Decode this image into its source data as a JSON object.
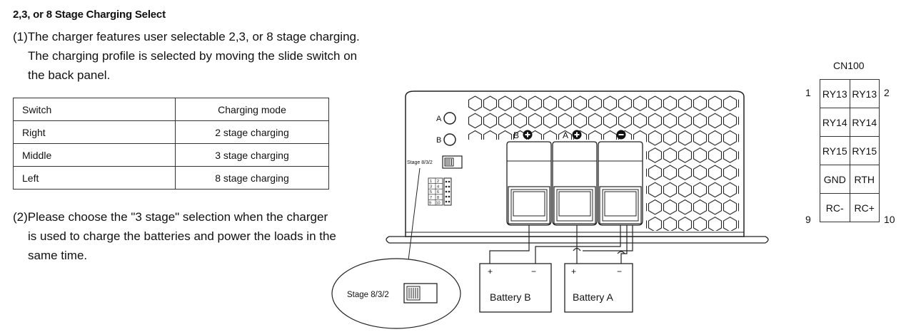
{
  "heading": "2,3, or 8 Stage Charging Select",
  "para1": {
    "line1": "(1)The charger features user selectable 2,3, or 8 stage charging.",
    "line2": "The charging profile is selected by moving the slide switch on",
    "line3": "the back panel."
  },
  "table": {
    "headers": [
      "Switch",
      "Charging mode"
    ],
    "rows": [
      [
        "Right",
        "2 stage charging"
      ],
      [
        "Middle",
        "3 stage charging"
      ],
      [
        "Left",
        "8 stage charging"
      ]
    ]
  },
  "para2": {
    "line1": "(2)Please choose the \"3 stage\" selection when the charger",
    "line2": "is used to charge the batteries and power the loads in the",
    "line3": "same time."
  },
  "diagram": {
    "label_a": "A",
    "label_b": "B",
    "stage_label": "Stage 8/3/2",
    "terminal_b": "B",
    "terminal_a": "A",
    "battery_b": "Battery B",
    "battery_a": "Battery A",
    "plus": "+",
    "minus": "−",
    "zoom_label": "Stage 8/3/2",
    "connector_pins": [
      "1",
      "2",
      "3",
      "4",
      "5",
      "6",
      "7",
      "8",
      "9",
      "10"
    ]
  },
  "cn100": {
    "title": "CN100",
    "pin_1": "1",
    "pin_2": "2",
    "pin_9": "9",
    "pin_10": "10",
    "rows": [
      [
        "RY13",
        "RY13"
      ],
      [
        "RY14",
        "RY14"
      ],
      [
        "RY15",
        "RY15"
      ],
      [
        "GND",
        "RTH"
      ],
      [
        "RC-",
        "RC+"
      ]
    ]
  }
}
